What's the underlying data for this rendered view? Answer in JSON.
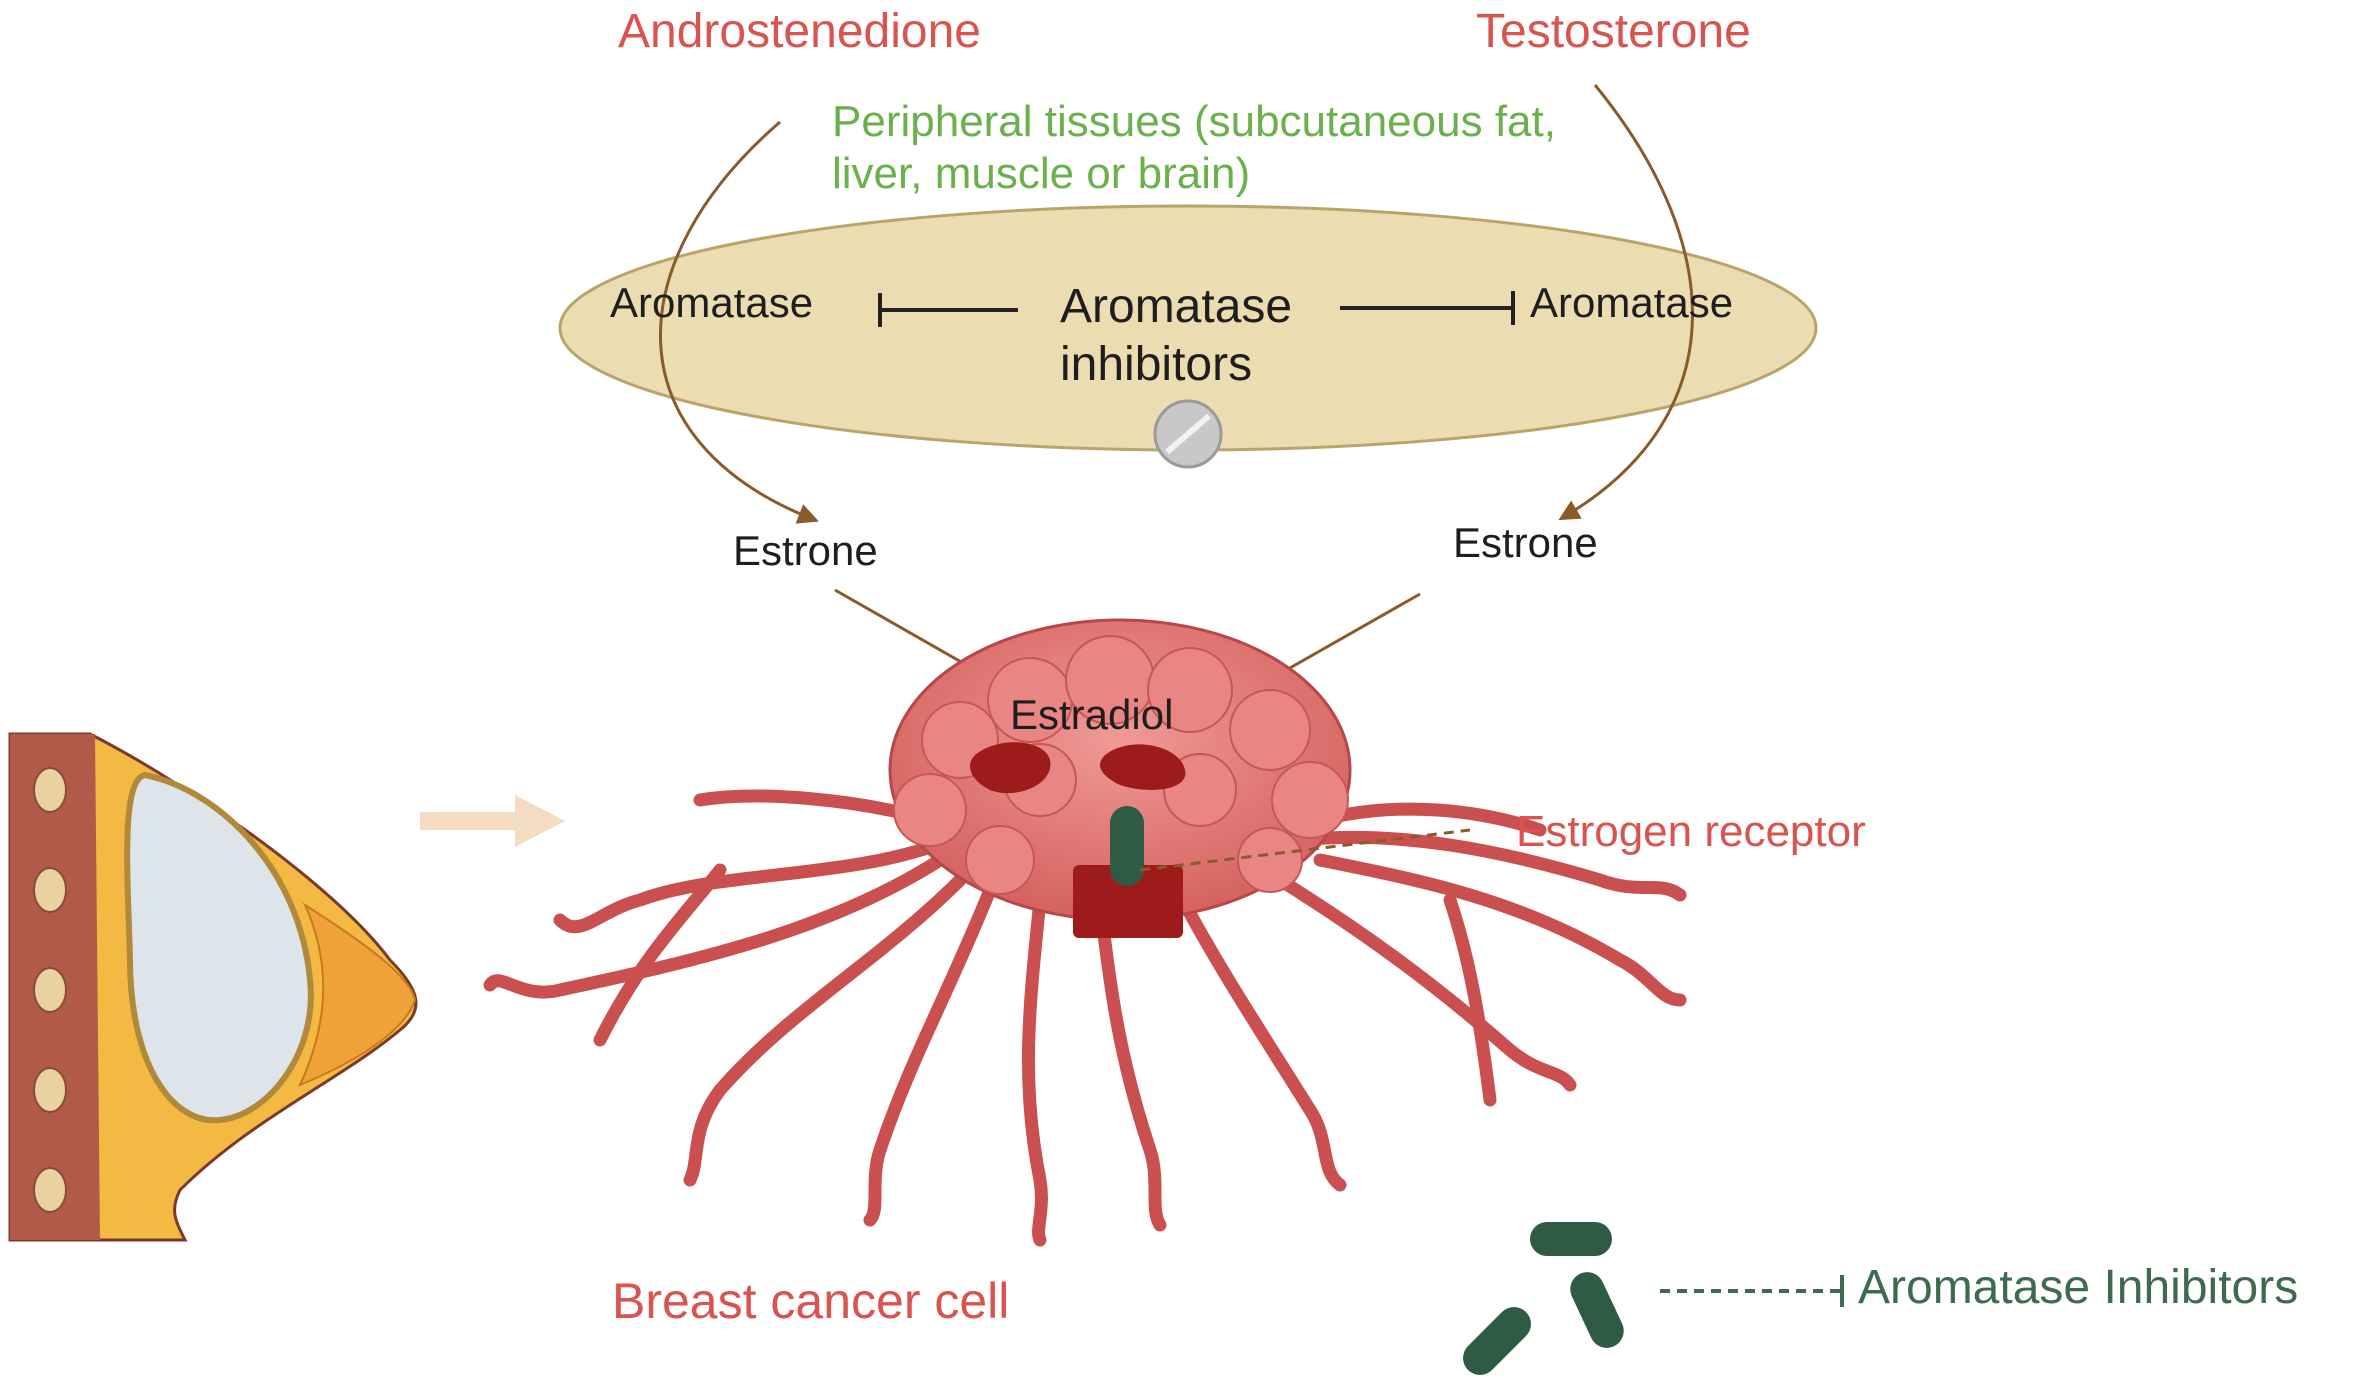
{
  "labels": {
    "androstenedione": "Androstenedione",
    "testosterone": "Testosterone",
    "peripheral_tissues": "Peripheral tissues (subcutaneous fat, liver, muscle or brain)",
    "aromatase_left": "Aromatase",
    "aromatase_right": "Aromatase",
    "aromatase_inhibitors_center": "Aromatase inhibitors",
    "estrone_left": "Estrone",
    "estrone_right": "Estrone",
    "estradiol": "Estradiol",
    "estrogen_receptor": "Estrogen receptor",
    "breast_cancer_cell": "Breast cancer cell",
    "aromatase_inhibitors_bottom": "Aromatase Inhibitors"
  },
  "colors": {
    "precursor_text": "#d9534f",
    "tissue_text": "#6ab04c",
    "ellipse_fill": "#ecdcb1",
    "arrow": "#8b5a2b",
    "cell": "#e07a78",
    "cell_dark": "#9e1b1b",
    "inhibitor": "#2f5a43"
  },
  "icons": [
    "pill-icon",
    "breast-anatomy-icon",
    "tumor-cell-icon",
    "inhibitor-capsule-icon"
  ]
}
